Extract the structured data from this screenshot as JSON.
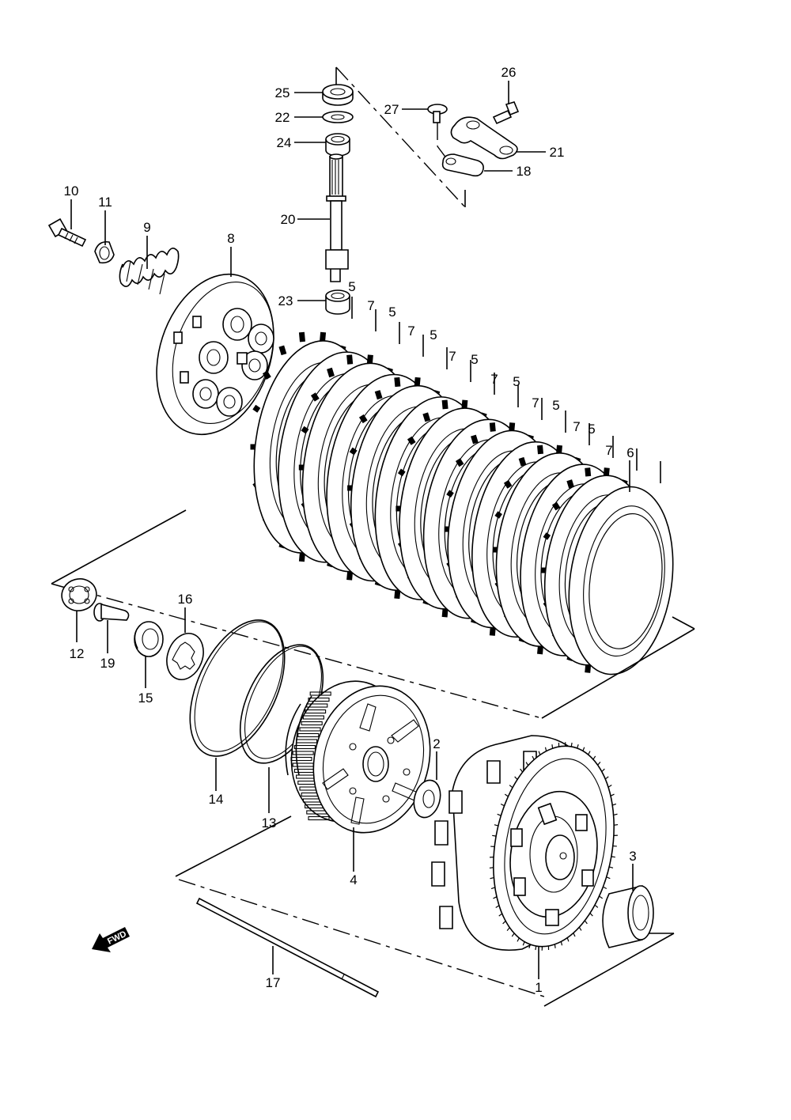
{
  "callouts": [
    {
      "id": "c25",
      "text": "25"
    },
    {
      "id": "c22",
      "text": "22"
    },
    {
      "id": "c24",
      "text": "24"
    },
    {
      "id": "c20",
      "text": "20"
    },
    {
      "id": "c23",
      "text": "23"
    },
    {
      "id": "c27",
      "text": "27"
    },
    {
      "id": "c26",
      "text": "26"
    },
    {
      "id": "c21",
      "text": "21"
    },
    {
      "id": "c18",
      "text": "18"
    },
    {
      "id": "c10",
      "text": "10"
    },
    {
      "id": "c11",
      "text": "11"
    },
    {
      "id": "c9",
      "text": "9"
    },
    {
      "id": "c8",
      "text": "8"
    },
    {
      "id": "c5a",
      "text": "5"
    },
    {
      "id": "c7a",
      "text": "7"
    },
    {
      "id": "c5b",
      "text": "5"
    },
    {
      "id": "c7b",
      "text": "7"
    },
    {
      "id": "c5c",
      "text": "5"
    },
    {
      "id": "c7c",
      "text": "7"
    },
    {
      "id": "c5d",
      "text": "5"
    },
    {
      "id": "c7d",
      "text": "7"
    },
    {
      "id": "c5e",
      "text": "5"
    },
    {
      "id": "c7e",
      "text": "7"
    },
    {
      "id": "c5f",
      "text": "5"
    },
    {
      "id": "c7f",
      "text": "7"
    },
    {
      "id": "c5g",
      "text": "5"
    },
    {
      "id": "c7g",
      "text": "7"
    },
    {
      "id": "c6",
      "text": "6"
    },
    {
      "id": "c16",
      "text": "16"
    },
    {
      "id": "c12",
      "text": "12"
    },
    {
      "id": "c19",
      "text": "19"
    },
    {
      "id": "c15",
      "text": "15"
    },
    {
      "id": "c14",
      "text": "14"
    },
    {
      "id": "c13",
      "text": "13"
    },
    {
      "id": "c2",
      "text": "2"
    },
    {
      "id": "c4",
      "text": "4"
    },
    {
      "id": "c3",
      "text": "3"
    },
    {
      "id": "c1",
      "text": "1"
    },
    {
      "id": "c17",
      "text": "17"
    }
  ],
  "fwd_label": "FWD"
}
